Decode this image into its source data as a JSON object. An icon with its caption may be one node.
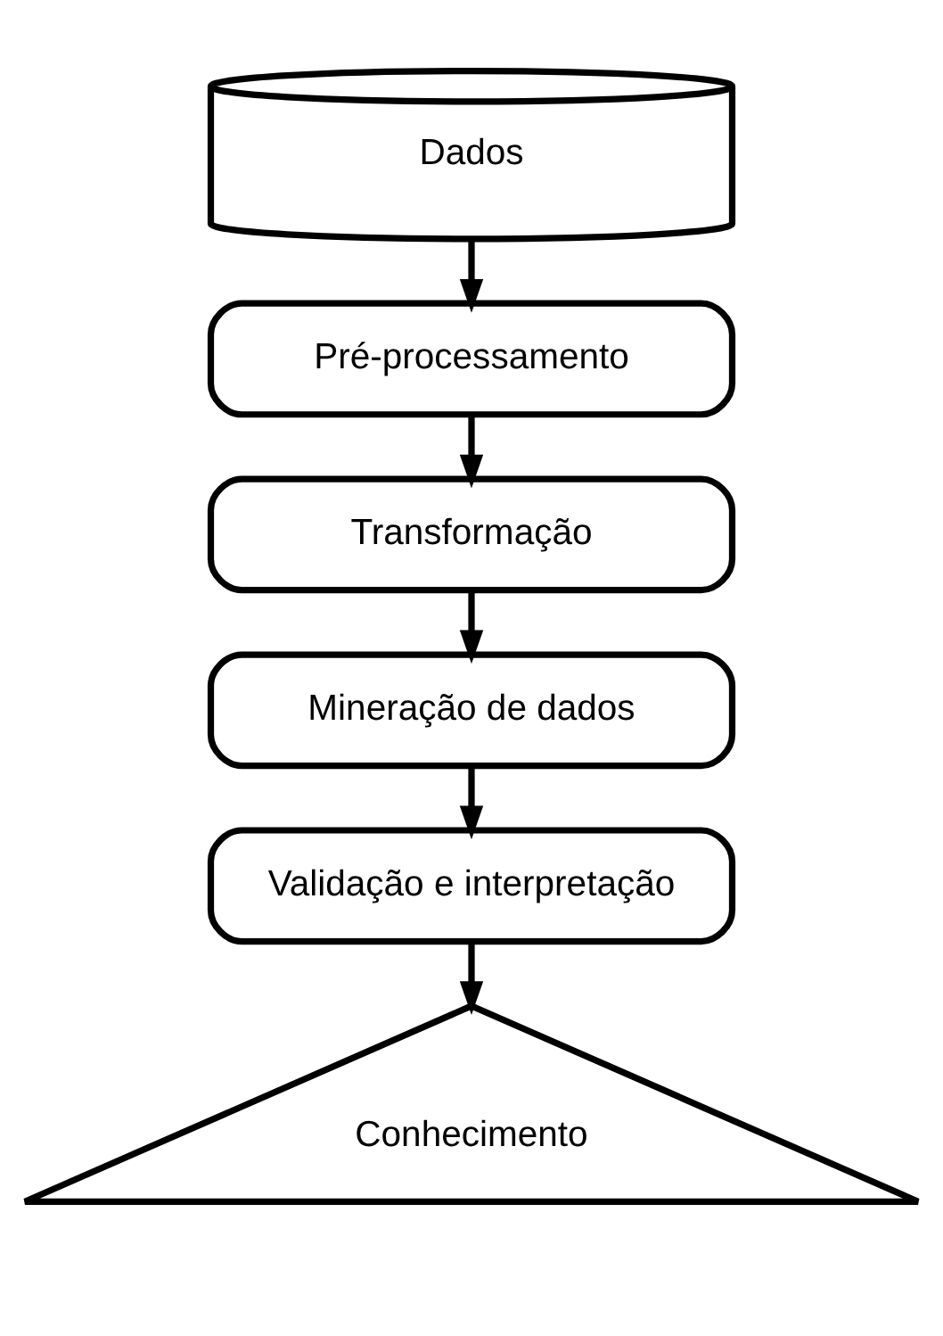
{
  "diagram": {
    "nodes": [
      {
        "text": [
          "Dados"
        ]
      },
      {
        "text": [
          "Pré-processamento"
        ]
      },
      {
        "text": [
          "Transformação"
        ]
      },
      {
        "text": [
          "Mineração de dados"
        ]
      },
      {
        "text": [
          "Validação e interpretação"
        ]
      },
      {
        "text": [
          "Conhecimento"
        ]
      }
    ],
    "edges": [
      {
        "from": 0,
        "to": 1,
        "arrow": "to"
      },
      {
        "from": 1,
        "to": 2,
        "arrow": "to"
      },
      {
        "from": 2,
        "to": 3,
        "arrow": "to"
      },
      {
        "from": 3,
        "to": 4,
        "arrow": "to"
      },
      {
        "from": 4,
        "to": 5,
        "arrow": "to"
      }
    ]
  }
}
